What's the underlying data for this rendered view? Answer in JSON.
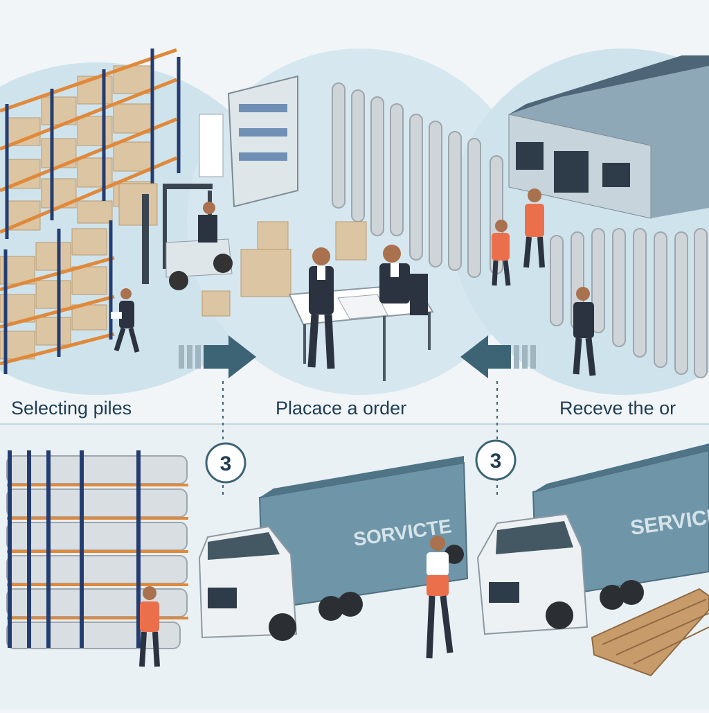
{
  "steps": [
    {
      "label": "Selecting piles"
    },
    {
      "label": "Placace a order"
    },
    {
      "label": "Receve the or"
    }
  ],
  "badges": [
    {
      "number": "3"
    },
    {
      "number": "3"
    }
  ],
  "trucks": [
    {
      "side_text": "SORVICTE"
    },
    {
      "side_text": "SERVICE"
    }
  ],
  "colors": {
    "background": "#f3f6f8",
    "circle_fill": "#cfe3ec",
    "arrow": "#3d6475",
    "rack_frame": "#243d70",
    "rack_beam": "#e0893a",
    "box": "#dcc5a3",
    "pile": "#cfd4d8",
    "container": "#6f95a8",
    "cab": "#eef1f3",
    "vest": "#ec6f4c",
    "suit": "#2b3340",
    "pallet": "#c79b6a"
  }
}
